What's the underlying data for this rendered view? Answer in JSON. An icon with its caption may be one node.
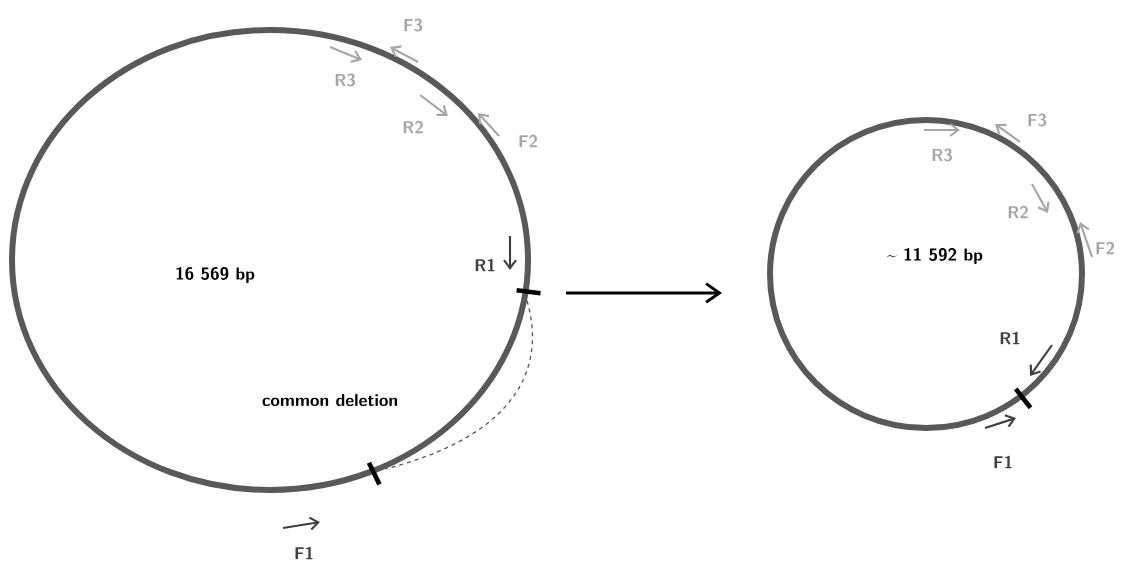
{
  "diagram": {
    "nodes": [
      {
        "text": [
          "16 569 bp"
        ]
      },
      {
        "text": [
          "~ 11 592 bp"
        ]
      }
    ],
    "edges": [
      {
        "from": 0,
        "to": 1,
        "arrow": "to"
      }
    ],
    "labels": [
      "F3",
      "R3",
      "R2",
      "F2",
      "R1",
      "common deletion",
      "F1",
      "F3",
      "R3",
      "R2",
      "F2",
      "R1",
      "F1"
    ]
  }
}
